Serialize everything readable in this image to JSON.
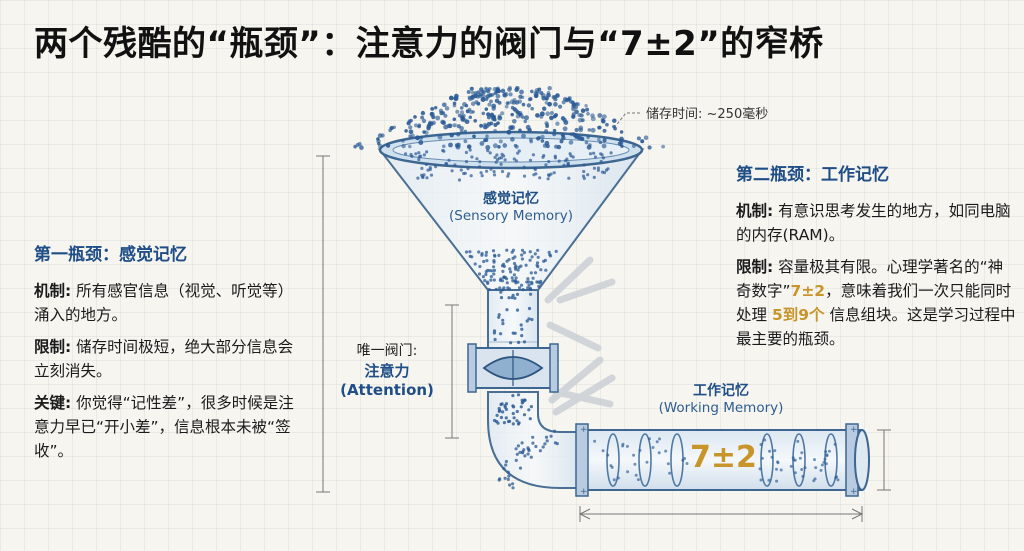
{
  "title": "两个残酷的“瓶颈”：注意力的阀门与“7±2”的窄桥",
  "left": {
    "heading": "第一瓶颈：感觉记忆",
    "mech_label": "机制:",
    "mech_text": "所有感官信息（视觉、听觉等）涌入的地方。",
    "limit_label": "限制:",
    "limit_text": "储存时间极短，绝大部分信息会立刻消失。",
    "key_label": "关键:",
    "key_text": "你觉得“记性差”，很多时候是注意力早已“开小差”，信息根本未被“签收”。"
  },
  "right": {
    "heading": "第二瓶颈：工作记忆",
    "mech_label": "机制:",
    "mech_text": "有意识思考发生的地方，如同电脑的内存(RAM)。",
    "limit_label": "限制:",
    "limit_text_1": "容量极其有限。心理学著名的“神奇数字”",
    "limit_hl_1": "7±2",
    "limit_text_2": "，意味着我们一次只能同时处理",
    "limit_hl_2": "5到9个",
    "limit_text_3": "信息组块。这是学习过程中最主要的瓶颈。"
  },
  "diagram": {
    "storage_note": "储存时间: ~250毫秒",
    "sensory_cn": "感觉记忆",
    "sensory_en": "(Sensory Memory)",
    "valve_prefix": "唯一阀门:",
    "valve_cn": "注意力",
    "valve_en": "(Attention)",
    "working_cn": "工作记忆",
    "working_en": "(Working Memory)",
    "capacity": "7±2"
  },
  "colors": {
    "accent_blue": "#1f4e86",
    "highlight_gold": "#c8952a",
    "particle_blue": "#2a5a94"
  }
}
